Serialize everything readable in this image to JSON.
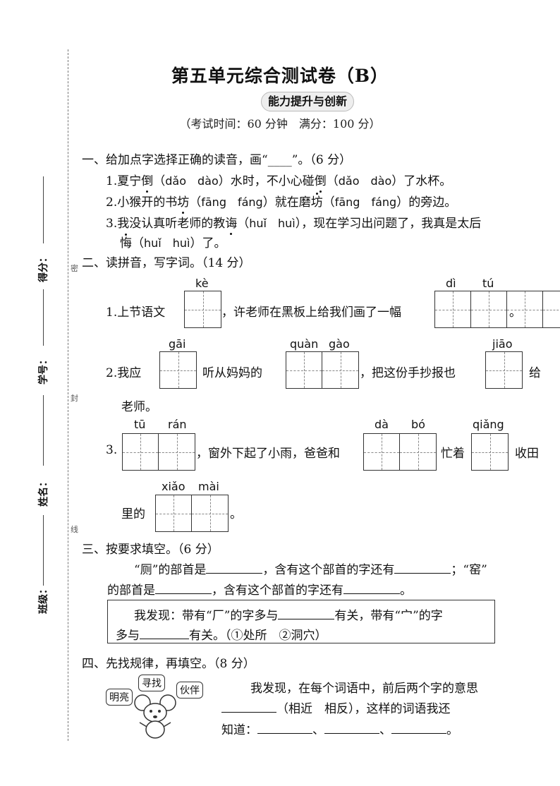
{
  "header": {
    "title": "第五单元综合测试卷（B）",
    "subtitle": "能力提升与创新",
    "exam_info": "（考试时间：60 分钟　满分：100 分）"
  },
  "sidebar": {
    "labels": [
      "得分：",
      "学号：",
      "姓名：",
      "班级："
    ],
    "marks": [
      "密",
      "封",
      "线"
    ]
  },
  "s1": {
    "heading": "一、给加点字选择正确的读音，画“____”。（6 分）",
    "q1": {
      "n": "1.",
      "a": "夏宁",
      "d1": "倒",
      "b": "（",
      "p1": "dǎo　dào",
      "c": "）水时，不小心碰",
      "d2": "倒",
      "e": "（",
      "p2": "dǎo　dào",
      "f": "）了水杯。"
    },
    "q2": {
      "n": "2.",
      "a": "小猴开的书",
      "d1": "坊",
      "b": "（",
      "p1": "fāng　fáng",
      "c": "）就在磨",
      "d2": "坊",
      "e": "（",
      "p2": "fāng　fáng",
      "f": "）的旁边。"
    },
    "q3": {
      "n": "3.",
      "a": "我没认真听老师的教",
      "d1": "诲",
      "b": "（",
      "p1": "huǐ　huì",
      "c": "），现在学习出问题了，我真是太后"
    },
    "q3b": {
      "d2": "悔",
      "e": "（",
      "p2": "huǐ　huì",
      "f": "）了。"
    }
  },
  "s2": {
    "heading": "二、读拼音，写字词。（14 分）",
    "q1": {
      "n": "1.",
      "t1": "上节语文",
      "py1": "kè",
      "t2": "，许老师在黑板上给我们画了一幅",
      "py2a": "dì",
      "py2b": "tú",
      "t3": "。"
    },
    "q2": {
      "n": "2.",
      "t1": "我应",
      "py1": "gāi",
      "t2": "听从妈妈的",
      "py2a": "quàn",
      "py2b": "gào",
      "t3": "，把这份手抄报也",
      "py3": "jiāo",
      "t4": "给",
      "t5": "老师。"
    },
    "q3": {
      "n": "3.",
      "py1a": "tū",
      "py1b": "rán",
      "t1": "，窗外下起了小雨，爸爸和",
      "py2a": "dà",
      "py2b": "bó",
      "t2": "忙着",
      "py3": "qiǎng",
      "t3": "收田",
      "t4": "里的",
      "py4a": "xiǎo",
      "py4b": "mài",
      "t5": "。"
    }
  },
  "s3": {
    "heading": "三、按要求填空。（6 分）",
    "line1a": "“厕”的部首是",
    "line1b": "，含有这个部首的字还有",
    "line1c": "；“窑”",
    "line2a": "的部首是",
    "line2b": "，含有这个部首的字还有",
    "line2c": "。",
    "box_line1a": "我发现：带有“厂”的字多与",
    "box_line1b": "有关，带有“宀”的字",
    "box_line2a": "多与",
    "box_line2b": "有关。（①处所　②洞穴）"
  },
  "s4": {
    "heading": "四、先找规律，再填空。（8 分）",
    "tags": [
      "寻找",
      "伙伴",
      "明亮"
    ],
    "text1": "我发现，在每个词语中，前后两个字的意思",
    "text2b": "（相近　相反），这样的词语我还",
    "text3a": "知道：",
    "sep": "、",
    "end": "。"
  }
}
